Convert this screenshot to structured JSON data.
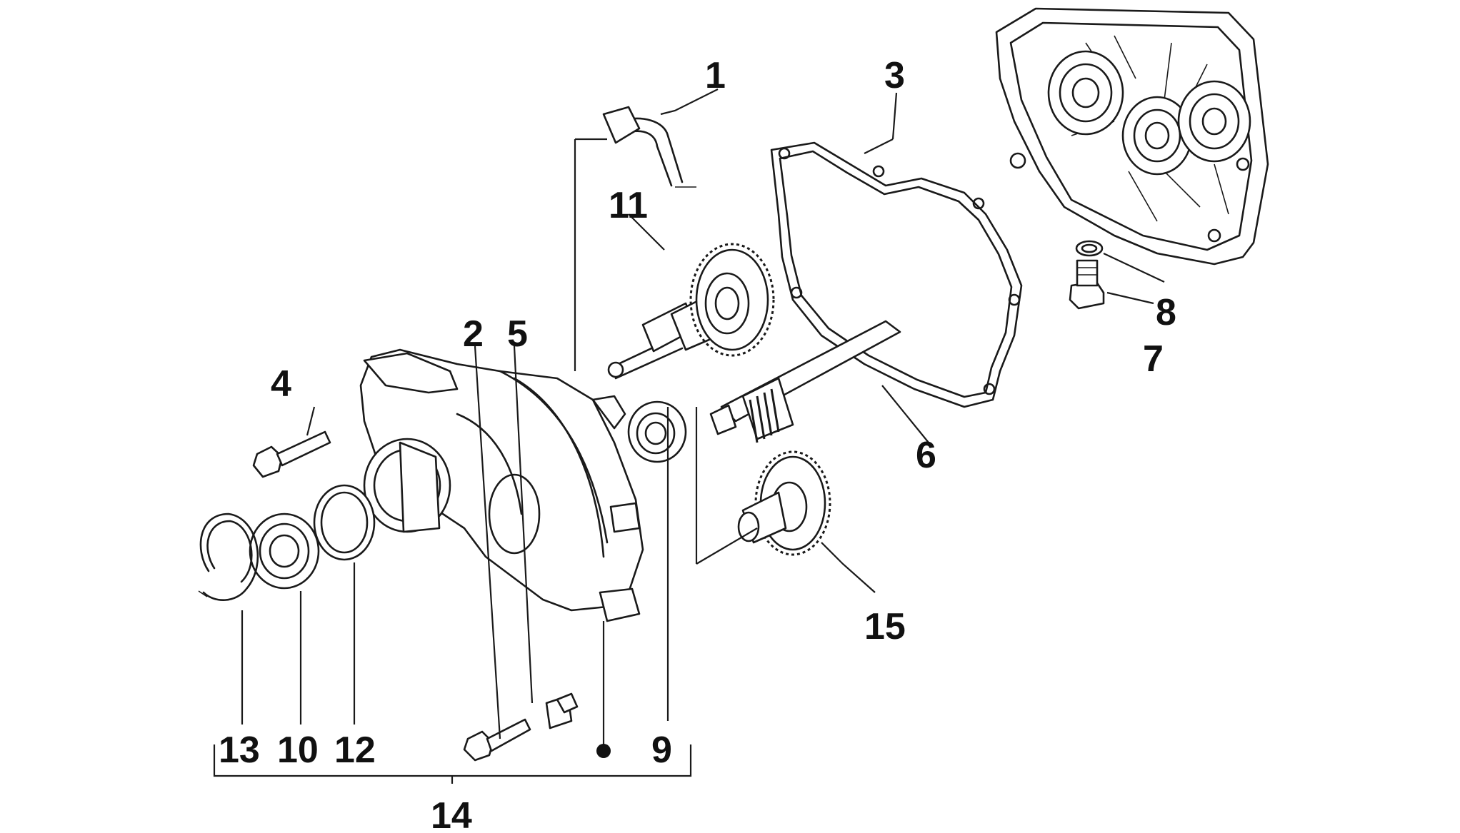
{
  "diagram": {
    "type": "exploded parts diagram",
    "callouts": {
      "c1": "1",
      "c2": "2",
      "c3": "3",
      "c4": "4",
      "c5": "5",
      "c6": "6",
      "c7": "7",
      "c8": "8",
      "c9": "9",
      "c10": "10",
      "c11": "11",
      "c12": "12",
      "c13": "13",
      "c14": "14",
      "c15": "15"
    }
  }
}
